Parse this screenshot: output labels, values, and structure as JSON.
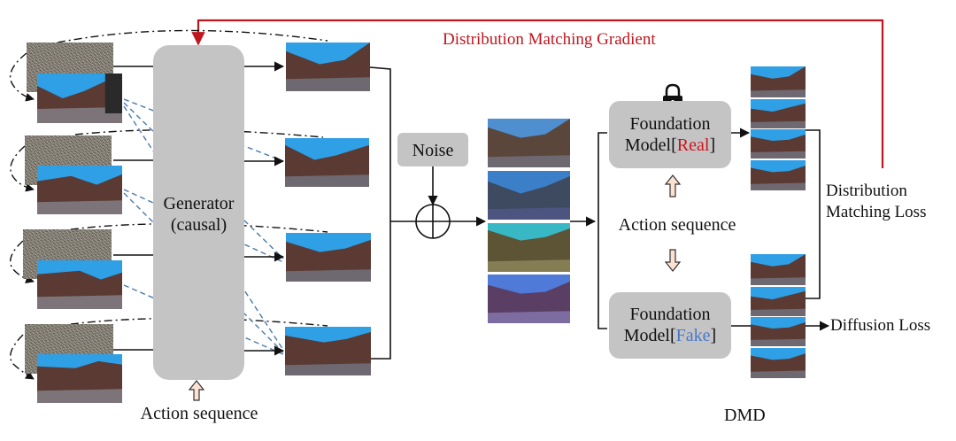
{
  "title": "DMD",
  "feedback": {
    "label": "Distribution Matching Gradient",
    "color": "#c0161f"
  },
  "generator": {
    "line1": "Generator",
    "line2": "(causal)"
  },
  "generator_action": "Action sequence",
  "noise": {
    "label": "Noise"
  },
  "real_model": {
    "line1": "Foundation",
    "prefix": "Model[",
    "tag": "Real",
    "suffix": "]",
    "tag_color": "#d0121b",
    "icon": "lock-icon"
  },
  "fake_model": {
    "line1": "Foundation",
    "prefix": "Model[",
    "tag": "Fake",
    "suffix": "]",
    "tag_color": "#4a78c8"
  },
  "dmd_action": "Action sequence",
  "dm_loss": {
    "line1": "Distribution",
    "line2": "Matching Loss"
  },
  "diffusion_loss": "Diffusion Loss",
  "colors": {
    "box_fill": "#c4c4c4",
    "arrow_fill": "#fde2d3",
    "dashed_blue": "#4a7aa8",
    "red": "#c0161f"
  }
}
